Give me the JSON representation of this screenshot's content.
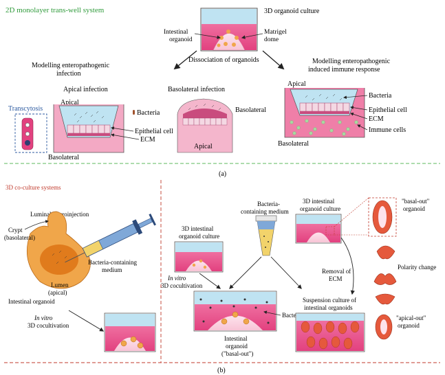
{
  "panel_a": {
    "title": "2D monolayer trans-well system",
    "organoid_culture": "3D organoid culture",
    "intestinal_organoid": [
      "Intestinal",
      "organoid"
    ],
    "matrigel_dome": [
      "Matrigel",
      "dome"
    ],
    "dissociation": "Dissociation of organoids",
    "modelling_infection": [
      "Modelling enteropathogenic",
      "infection"
    ],
    "modelling_immune": [
      "Modelling enteropathogenic",
      "induced immune response"
    ],
    "apical_infection": "Apical infection",
    "basolateral_infection": "Basolateral infection",
    "transcytosis": "Transcytosis",
    "apical": "Apical",
    "bacteria": "Bacteria",
    "epithelial_cell": "Epithelial cell",
    "ecm": "ECM",
    "basolateral": "Basolateral",
    "immune_cells": "Immune cells",
    "label": "(a)"
  },
  "panel_b": {
    "title": "3D co-culture systems",
    "luminal_microinjection": "Luminal microinjection",
    "crypt": [
      "Crypt",
      "(basolateral)"
    ],
    "bacteria_containing_medium": [
      "Bacteria-containing",
      "medium"
    ],
    "lumen": [
      "Lumen",
      "(apical)"
    ],
    "intestinal_organoid": "Intestinal organoid",
    "in_vitro": "In vitro",
    "coculture": "3D cocultivation",
    "organoid_culture": [
      "3D intestinal",
      "organoid culture"
    ],
    "bacteria_medium_top": [
      "Bacteria-",
      "containing medium"
    ],
    "bacteria": "Bacteria",
    "basal_out_organoid": [
      "Intestinal",
      "organoid",
      "(\"basal-out\")"
    ],
    "basal_out": [
      "\"basal-out\"",
      "organoid"
    ],
    "removal_ecm": [
      "Removal of",
      "ECM"
    ],
    "polarity_change": "Polarity change",
    "suspension_culture": [
      "Suspension culture of",
      "intestinal organoids"
    ],
    "apical_out": [
      "\"apical-out\"",
      "organoid"
    ],
    "label": "(b)"
  },
  "colors": {
    "green_title": "#2e9a3a",
    "red_title": "#c0392b",
    "green_divider": "#5cb85c",
    "red_divider": "#c0392b",
    "medium_blue": "#bfe3f2",
    "matrix_pink": "#e8558e",
    "organoid_orange": "#f0a64a",
    "blue_label": "#2c5aa0"
  }
}
